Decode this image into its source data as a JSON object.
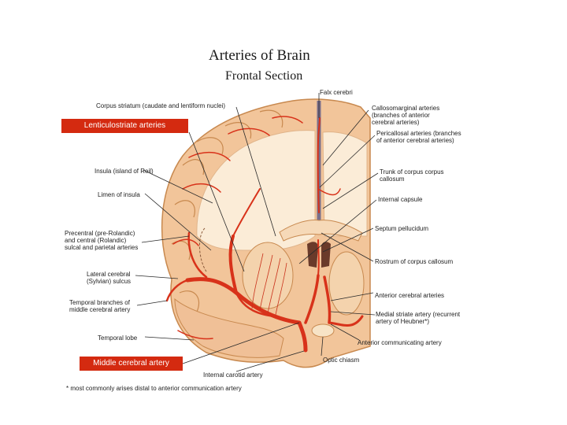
{
  "header": {
    "title": "Arteries of Brain",
    "subtitle": "Frontal Section"
  },
  "labels": {
    "falx": "Falx cerebri",
    "corpus_striatum": "Corpus striatum (caudate and lentiform nuclei)",
    "callosomarginal": "Callosomarginal arteries\n(branches of anterior\ncerebral arteries)",
    "pericallosal": "Pericallosal arteries (branches\nof anterior cerebral arteries)",
    "insula": "Insula (island of Reil)",
    "trunk": "Trunk of corpus corpus\ncallosum",
    "limen": "Limen of insula",
    "internal_capsule": "Internal capsule",
    "precentral": "Precentral (pre-Rolandic)\nand central (Rolandic)\nsulcal and parietal arteries",
    "septum": "Septum pellucidum",
    "rostrum": "Rostrum of corpus callosum",
    "lateral": "Lateral cerebral\n(Sylvian) sulcus",
    "anterior_cerebral": "Anterior cerebral arteries",
    "temporal_branches": "Temporal branches of\nmiddle cerebral artery",
    "medial_striate": "Medial striate artery (recurrent\nartery of Heubner*)",
    "temporal_lobe": "Temporal lobe",
    "anterior_communicating": "Anterior communicating artery",
    "optic": "Optic chiasm",
    "internal_carotid": "Internal carotid artery"
  },
  "highlights": {
    "lenticulostriate": "Lenticulostriate arteries",
    "middle_cerebral": "Middle cerebral artery"
  },
  "footnote": "* most commonly arises distal to anterior communication artery",
  "colors": {
    "highlight": "#d42a10",
    "artery": "#d8321a",
    "cortex": "#f2c59a",
    "white_matter": "#fbecd7"
  }
}
